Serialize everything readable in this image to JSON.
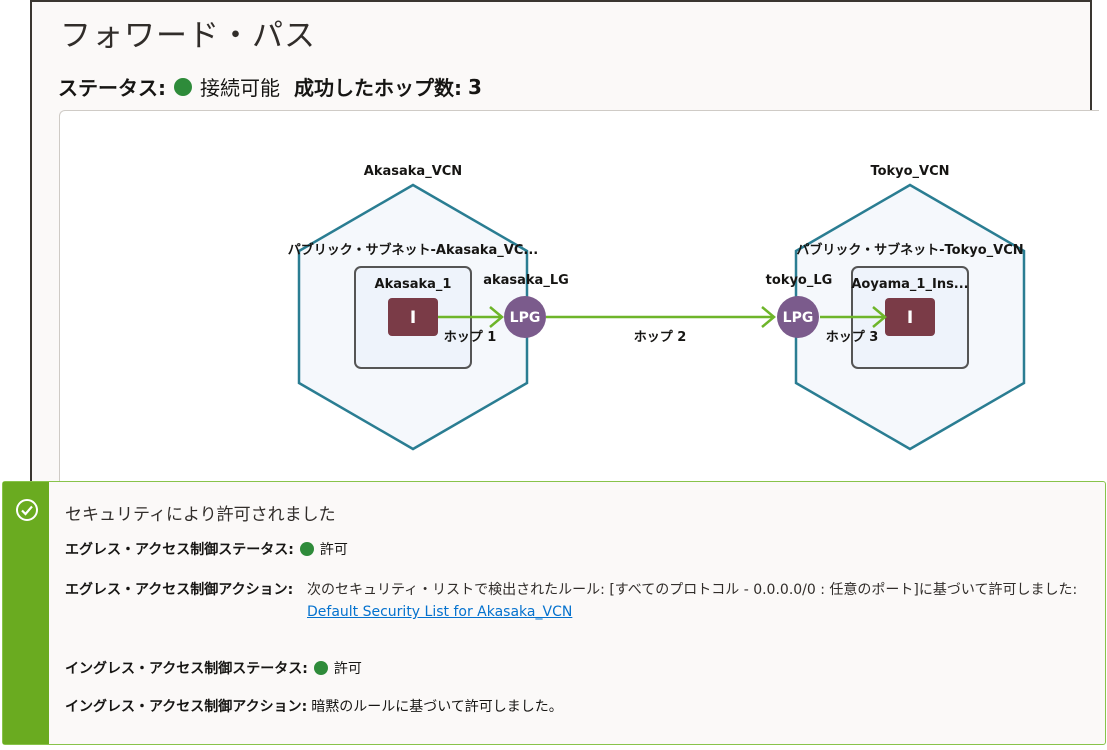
{
  "page": {
    "title": "フォワード・パス",
    "status_label": "ステータス:",
    "status_value": "接続可能",
    "hops_label": "成功したホップ数:",
    "hops_count": "3"
  },
  "diagram": {
    "left_vcn": "Akasaka_VCN",
    "left_subnet": "パブリック・サブネット-Akasaka_VC...",
    "left_instance": "Akasaka_1",
    "left_lpg_name": "akasaka_LG",
    "right_vcn": "Tokyo_VCN",
    "right_subnet": "パブリック・サブネット-Tokyo_VCN",
    "right_instance": "Aoyama_1_Ins...",
    "right_lpg_name": "tokyo_LG",
    "lpg_label": "LPG",
    "instance_glyph": "I",
    "hop1": "ホップ 1",
    "hop2": "ホップ 2",
    "hop3": "ホップ 3"
  },
  "security": {
    "title": "セキュリティにより許可されました",
    "egress_status_label": "エグレス・アクセス制御ステータス:",
    "egress_status_value": "許可",
    "egress_action_label": "エグレス・アクセス制御アクション:",
    "egress_action_text": "次のセキュリティ・リストで検出されたルール: [すべてのプロトコル - 0.0.0.0/0 : 任意のポート]に基づいて許可しました:",
    "egress_action_link": "Default Security List for Akasaka_VCN",
    "ingress_status_label": "イングレス・アクセス制御ステータス:",
    "ingress_status_value": "許可",
    "ingress_action_label": "イングレス・アクセス制御アクション:",
    "ingress_action_text": "暗黙のルールに基づいて許可しました。"
  },
  "colors": {
    "status_ok": "#2e8b3a",
    "success_stripe": "#6aab20",
    "vcn_border": "#2a7d92",
    "lpg_fill": "#7b5b8c",
    "instance_fill": "#7a3b47",
    "path_arrow": "#6eb52a",
    "link": "#0572ce"
  }
}
